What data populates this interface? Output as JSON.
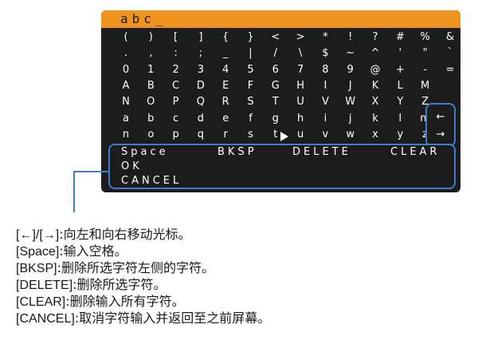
{
  "input": {
    "text": "abc_"
  },
  "keyboard": {
    "rows": [
      [
        "(",
        ")",
        "[",
        "]",
        "{",
        "}",
        "<",
        ">",
        "*",
        "!",
        "?",
        "#",
        "%",
        "&"
      ],
      [
        ".",
        ",",
        ":",
        ";",
        "_",
        "|",
        "/",
        "\\",
        "$",
        "~",
        "^",
        "'",
        "\"",
        "`"
      ],
      [
        "0",
        "1",
        "2",
        "3",
        "4",
        "5",
        "6",
        "7",
        "8",
        "9",
        "@",
        "+",
        "-",
        "="
      ],
      [
        "A",
        "B",
        "C",
        "D",
        "E",
        "F",
        "G",
        "H",
        "I",
        "J",
        "K",
        "L",
        "M",
        ""
      ],
      [
        "N",
        "O",
        "P",
        "Q",
        "R",
        "S",
        "T",
        "U",
        "V",
        "W",
        "X",
        "Y",
        "Z",
        ""
      ],
      [
        "a",
        "b",
        "c",
        "d",
        "e",
        "f",
        "g",
        "h",
        "i",
        "j",
        "k",
        "l",
        "m",
        ""
      ],
      [
        "n",
        "o",
        "p",
        "q",
        "r",
        "s",
        "t",
        "u",
        "v",
        "w",
        "x",
        "y",
        "z",
        ""
      ]
    ],
    "arrow_left": "←",
    "arrow_right": "→"
  },
  "commands": {
    "space": "Space",
    "bksp": "BKSP",
    "delete": "DELETE",
    "clear": "CLEAR",
    "ok": "OK",
    "cancel": "CANCEL"
  },
  "notes": [
    {
      "key": "[←]/[→]",
      "sep": ":",
      "desc": "向左和向右移动光标。"
    },
    {
      "key": "[Space]",
      "sep": ":",
      "desc": "输入空格。"
    },
    {
      "key": "[BKSP]",
      "sep": ":",
      "desc": "删除所选字符左侧的字符。"
    },
    {
      "key": "[DELETE]",
      "sep": ":",
      "desc": "删除所选字符。"
    },
    {
      "key": "[CLEAR]",
      "sep": ":",
      "desc": "删除输入所有字符。"
    },
    {
      "key": "[CANCEL]",
      "sep": ":",
      "desc": "取消字符输入并返回至之前屏幕。"
    }
  ],
  "colors": {
    "screen": "#1c1c1c",
    "input_bar": "#f0921e",
    "highlight": "#3d7fc8",
    "text": "#ffffff"
  }
}
